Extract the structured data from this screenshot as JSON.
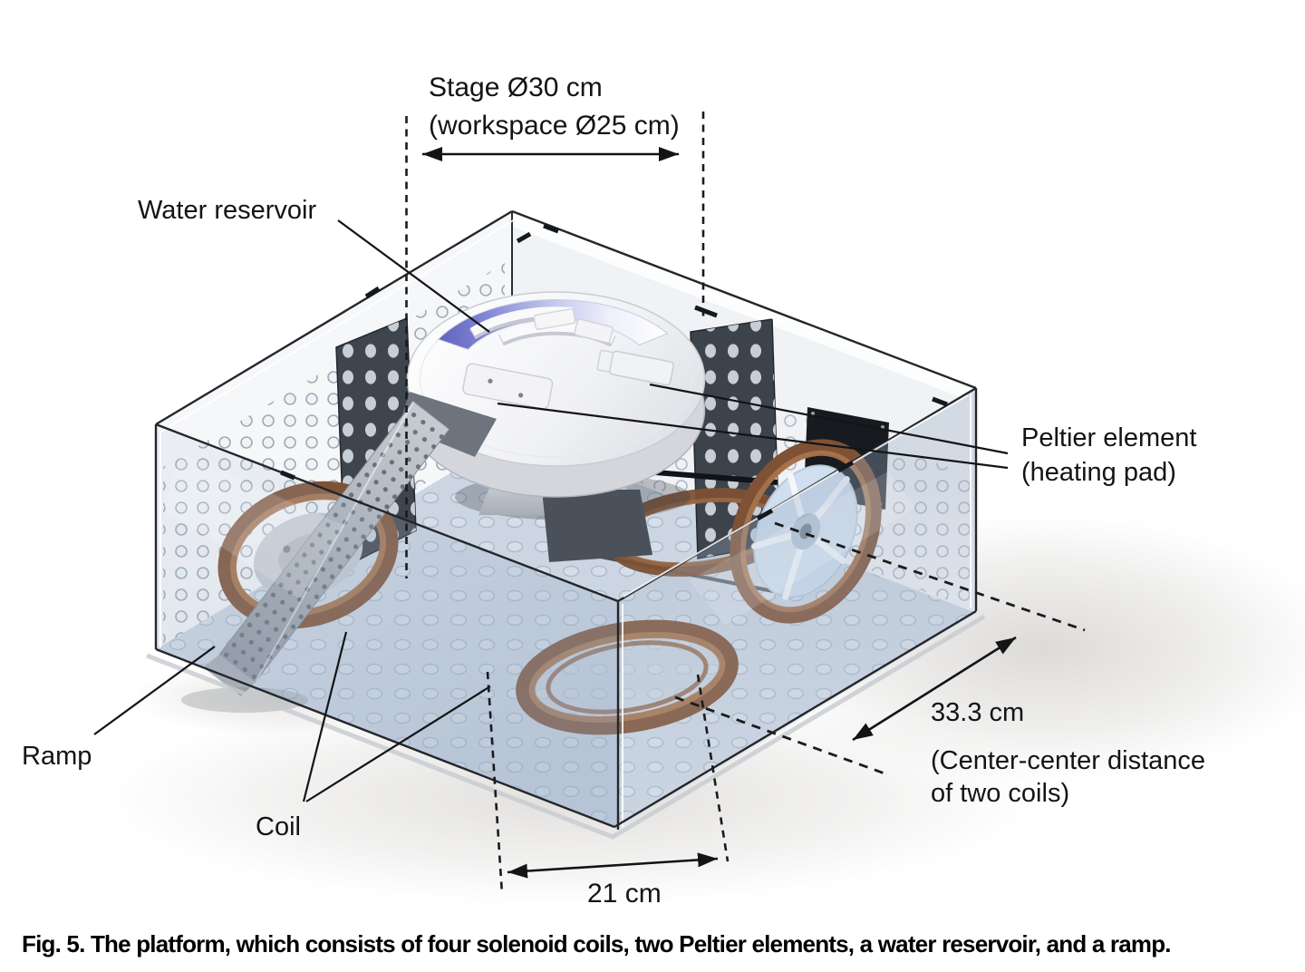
{
  "figure": {
    "caption": "Fig. 5. The platform, which consists of four solenoid coils, two Peltier elements, a water reservoir, and a ramp."
  },
  "labels": {
    "stage_dimension": {
      "line1": "Stage Ø30 cm",
      "line2": "(workspace Ø25 cm)"
    },
    "water_reservoir": "Water reservoir",
    "peltier": {
      "line1": "Peltier element",
      "line2": "(heating pad)"
    },
    "ramp": "Ramp",
    "coil": "Coil",
    "coil_spacing": {
      "value": "33.3 cm",
      "line1": "(Center-center distance",
      "line2": "of two coils)"
    },
    "coil_pitch": "21 cm"
  },
  "dimensions": {
    "stage_diameter_cm": 30,
    "workspace_diameter_cm": 25,
    "coil_center_distance_cm": 33.3,
    "coil_pitch_cm": 21
  },
  "colors": {
    "annotation_ink": "#141416",
    "copper_coil": "#7f5236",
    "copper_highlight": "#a9744c",
    "water_blue": "#5f64bd",
    "dark_panel": "#3f454d",
    "acrylic_tint": "#b7c4d6",
    "floor_tint": "#ccd6e2",
    "stage_white": "#f4f5f7",
    "ramp_gray": "#9aa1a9"
  }
}
